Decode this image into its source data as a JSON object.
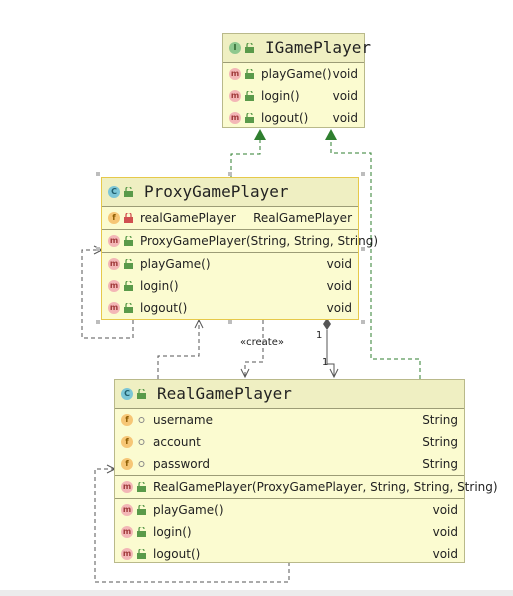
{
  "classes": {
    "igameplayer": {
      "kind": "I",
      "name": "IGamePlayer",
      "methods": [
        {
          "name": "playGame()",
          "type": "void"
        },
        {
          "name": "login()",
          "type": "void"
        },
        {
          "name": "logout()",
          "type": "void"
        }
      ]
    },
    "proxy": {
      "kind": "C",
      "name": "ProxyGamePlayer",
      "fields": [
        {
          "name": "realGamePlayer",
          "type": "RealGamePlayer"
        }
      ],
      "constructors": [
        {
          "name": "ProxyGamePlayer(String, String, String)",
          "type": ""
        }
      ],
      "methods": [
        {
          "name": "playGame()",
          "type": "void"
        },
        {
          "name": "login()",
          "type": "void"
        },
        {
          "name": "logout()",
          "type": "void"
        }
      ]
    },
    "real": {
      "kind": "C",
      "name": "RealGamePlayer",
      "fields": [
        {
          "name": "username",
          "type": "String"
        },
        {
          "name": "account",
          "type": "String"
        },
        {
          "name": "password",
          "type": "String"
        }
      ],
      "constructors": [
        {
          "name": "RealGamePlayer(ProxyGamePlayer, String, String, String)",
          "type": ""
        }
      ],
      "methods": [
        {
          "name": "playGame()",
          "type": "void"
        },
        {
          "name": "login()",
          "type": "void"
        },
        {
          "name": "logout()",
          "type": "void"
        }
      ]
    }
  },
  "badges": {
    "method": "m",
    "field": "f"
  },
  "labels": {
    "create": "«create»",
    "mult_source": "1",
    "mult_target": "1"
  },
  "colors": {
    "class_fill": "#fbfbd0",
    "header_fill": "#efefc2",
    "arrow_green": "#2f7f2f",
    "selection": "#e6c94a"
  }
}
